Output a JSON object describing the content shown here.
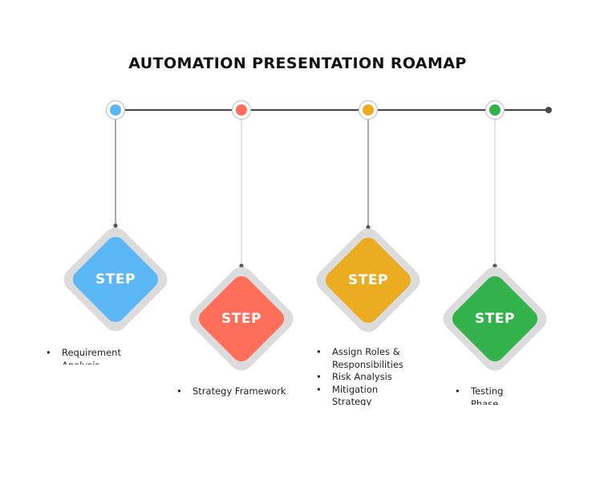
{
  "title": "AUTOMATION PRESENTATION ROAMAP",
  "colors": {
    "line": "#4a4a4a",
    "diamond_shadow": "#dcdcdc",
    "blue": "#5bb7f5",
    "red": "#ff6e5b",
    "yellow": "#ebac22",
    "green": "#33b24b"
  },
  "steps": [
    {
      "label": "STEP",
      "color": "blue",
      "items": [
        "Requirement Analysis"
      ]
    },
    {
      "label": "STEP",
      "color": "red",
      "items": [
        "Strategy Framework"
      ]
    },
    {
      "label": "STEP",
      "color": "yellow",
      "items": [
        "Assign Roles & Responsibilities",
        "Risk Analysis",
        "Mitigation Strategy"
      ]
    },
    {
      "label": "STEP",
      "color": "green",
      "items": [
        "Testing Phase"
      ]
    }
  ]
}
